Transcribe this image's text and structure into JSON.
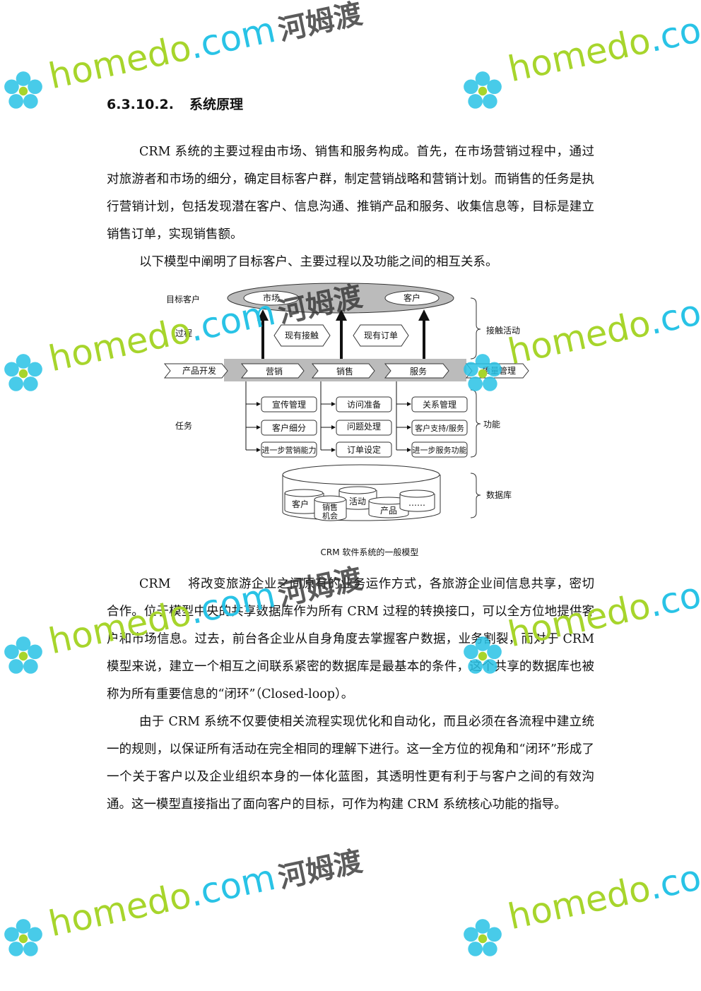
{
  "heading": {
    "number": "6.3.10.2.",
    "title": "系统原理"
  },
  "paragraphs": [
    "CRM 系统的主要过程由市场、销售和服务构成。首先，在市场营销过程中，通过对旅游者和市场的细分，确定目标客户群，制定营销战略和营销计划。而销售的任务是执行营销计划，包括发现潜在客户、信息沟通、推销产品和服务、收集信息等，目标是建立销售订单，实现销售额。",
    "以下模型中阐明了目标客户、主要过程以及功能之间的相互关系。",
    "CRM　 将改变旅游企业之间原有的业务运作方式，各旅游企业间信息共享，密切合作。位于模型中央的共享数据库作为所有 CRM 过程的转换接口，可以全方位地提供客户和市场信息。过去，前台各企业从自身角度去掌握客户数据，业务割裂，而对于 CRM 模型来说，建立一个相互之间联系紧密的数据库是最基本的条件，这个共享的数据库也被称为所有重要信息的“闭环”（Closed-loop）。",
    "由于 CRM 系统不仅要使相关流程实现优化和自动化，而且必须在各流程中建立统一的规则，以保证所有活动在完全相同的理解下进行。这一全方位的视角和“闭环”形成了一个关于客户以及企业组织本身的一体化蓝图，其透明性更有利于与客户之间的有效沟通。这一模型直接指出了面向客户的目标，可作为构建 CRM 系统核心功能的指导。"
  ],
  "diagram": {
    "row_labels": {
      "target": "目标客户",
      "process": "过程",
      "tasks": "任务"
    },
    "targets": [
      "市场",
      "客户"
    ],
    "contacts": [
      "现有接触",
      "现有订单"
    ],
    "chain": [
      "产品开发",
      "营销",
      "销售",
      "服务",
      "质量管理"
    ],
    "tasks": [
      [
        "宣传管理",
        "客户细分",
        "进一步营销能力"
      ],
      [
        "访问准备",
        "问题处理",
        "订单设定"
      ],
      [
        "关系管理",
        "客户支持/服务",
        "进一步服务功能"
      ]
    ],
    "brackets": [
      "接触活动",
      "功能",
      "数据库"
    ],
    "databases": [
      "客户",
      "销售",
      "机会",
      "活动",
      "产品",
      "……"
    ],
    "caption": "CRM 软件系统的一般模型"
  },
  "watermark": {
    "brand": "homedo",
    "domain": ".com",
    "chinese": "河姆渡"
  }
}
